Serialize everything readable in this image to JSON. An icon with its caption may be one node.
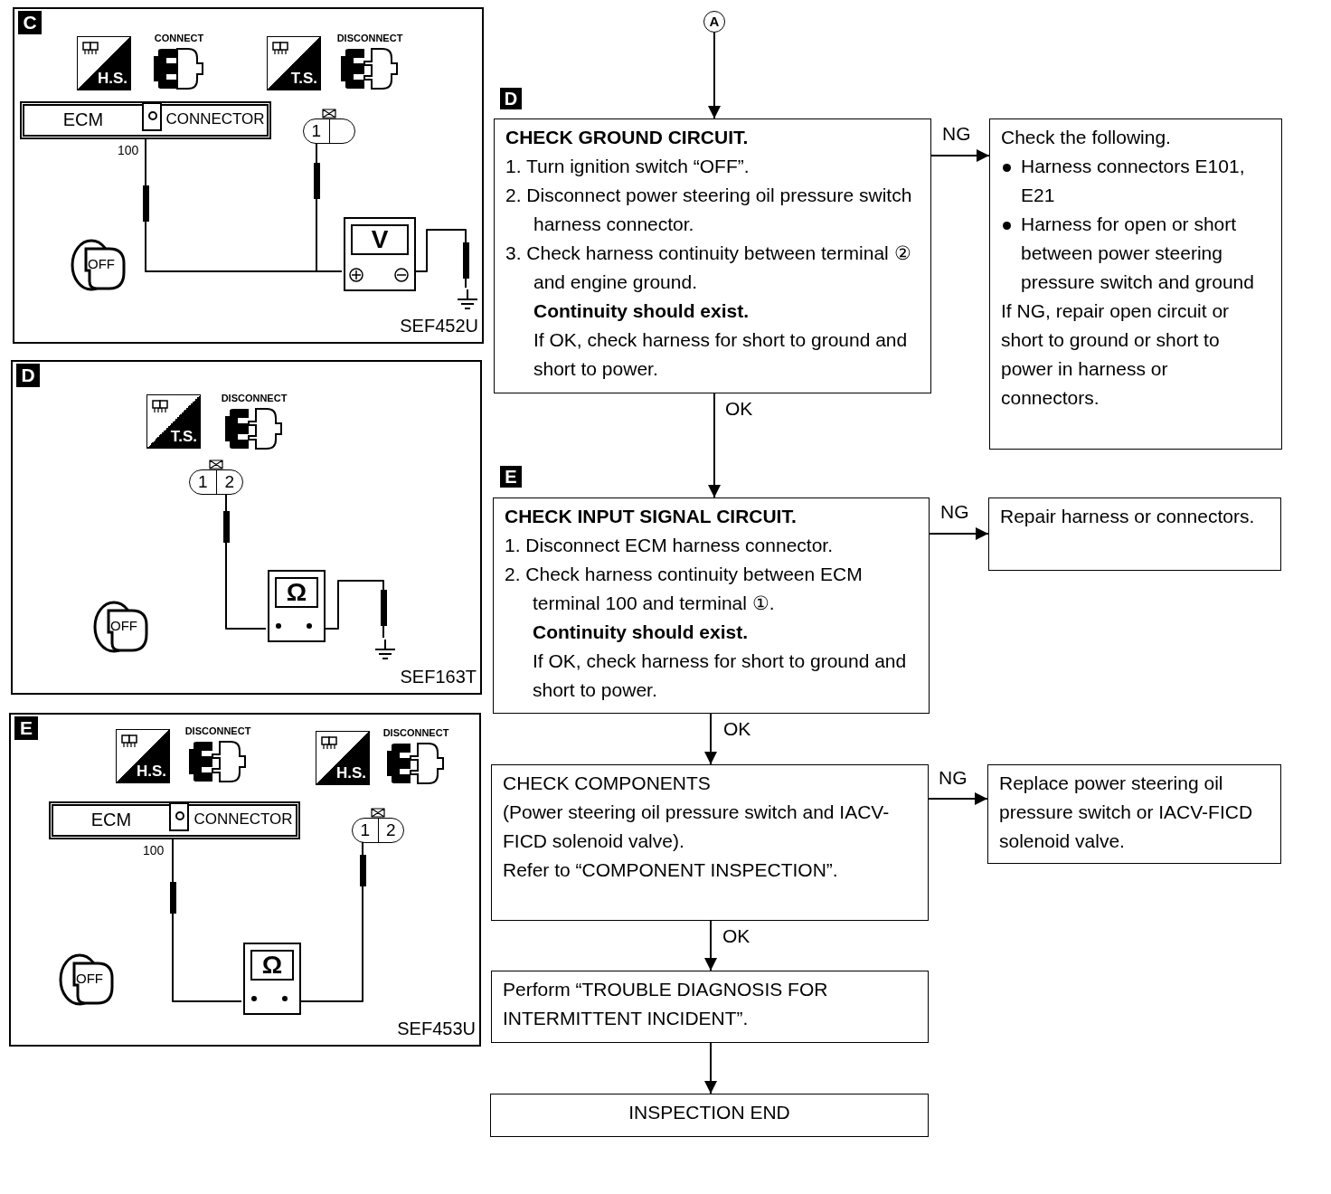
{
  "diagram": {
    "nodes": [
      {
        "text": [
          "C",
          "SEF452U"
        ]
      },
      {
        "text": [
          "H.S."
        ],
        "in": 0
      },
      {
        "text": [
          "CONNECT"
        ],
        "in": 0
      },
      {
        "text": [
          "T.S."
        ],
        "in": 0
      },
      {
        "text": [
          "DISCONNECT"
        ],
        "in": 0
      },
      {
        "text": [
          "ECM",
          "CONNECTOR"
        ],
        "beside": [
          "100"
        ],
        "in": 0
      },
      {
        "text": [
          "1"
        ],
        "in": 0
      },
      {
        "text": [
          "OFF"
        ],
        "in": 0
      },
      {
        "text": [
          "V"
        ],
        "in": 0
      },
      {
        "text": [],
        "shape": "ground",
        "in": 0
      },
      {
        "text": [
          "D",
          "SEF163T"
        ]
      },
      {
        "text": [
          "T.S."
        ],
        "in": 10
      },
      {
        "text": [
          "DISCONNECT"
        ],
        "in": 10
      },
      {
        "text": [
          "1",
          "2"
        ],
        "in": 10
      },
      {
        "text": [
          "OFF"
        ],
        "in": 10
      },
      {
        "text": [
          "Ω"
        ],
        "in": 10
      },
      {
        "text": [],
        "shape": "ground",
        "in": 10
      },
      {
        "text": [
          "E",
          "SEF453U"
        ]
      },
      {
        "text": [
          "H.S."
        ],
        "in": 17
      },
      {
        "text": [
          "DISCONNECT"
        ],
        "in": 17
      },
      {
        "text": [
          "H.S."
        ],
        "in": 17
      },
      {
        "text": [
          "DISCONNECT"
        ],
        "in": 17
      },
      {
        "text": [
          "ECM",
          "CONNECTOR"
        ],
        "beside": [
          "100"
        ],
        "in": 17
      },
      {
        "text": [
          "1",
          "2"
        ],
        "in": 17
      },
      {
        "text": [
          "OFF"
        ],
        "in": 17
      },
      {
        "text": [
          "Ω"
        ],
        "in": 17
      },
      {
        "text": [
          "A"
        ]
      },
      {
        "text": [
          "CHECK GROUND CIRCUIT.",
          "1. Turn ignition switch “OFF”.",
          "2. Disconnect power steering oil pressure switch harness connector.",
          "3. Check harness continuity between terminal ② and engine ground.",
          "Continuity should exist.",
          "If OK, check harness for short to ground and short to power."
        ],
        "beside": [
          "D"
        ]
      },
      {
        "text": [
          "Check the following.",
          "Harness connectors E101, E21",
          "Harness for open or short between power steering pressure switch and ground",
          "If NG, repair open circuit or short to ground or short to power in harness or connectors."
        ]
      },
      {
        "text": [
          "CHECK INPUT SIGNAL CIRCUIT.",
          "1. Disconnect ECM harness connector.",
          "2. Check harness continuity between ECM terminal 100 and terminal ①.",
          "Continuity should exist.",
          "If OK, check harness for short to ground and short to power."
        ],
        "beside": [
          "E"
        ]
      },
      {
        "text": [
          "Repair harness or connectors."
        ]
      },
      {
        "text": [
          "CHECK COMPONENTS",
          "(Power steering oil pressure switch and IACV-FICD solenoid valve).",
          "Refer to “COMPONENT INSPECTION”."
        ]
      },
      {
        "text": [
          "Replace power steering oil pressure switch or IACV-FICD solenoid valve."
        ]
      },
      {
        "text": [
          "Perform “TROUBLE DIAGNOSIS FOR INTERMITTENT INCIDENT”."
        ]
      },
      {
        "text": [
          "INSPECTION END"
        ]
      }
    ],
    "edges": [
      {
        "from": 5,
        "to": 8,
        "arrow": "none"
      },
      {
        "from": 6,
        "to": 8,
        "arrow": "none"
      },
      {
        "from": 8,
        "to": 9,
        "arrow": "none"
      },
      {
        "from": 13,
        "to": 15,
        "arrow": "none"
      },
      {
        "from": 15,
        "to": 16,
        "arrow": "none"
      },
      {
        "from": 22,
        "to": 25,
        "arrow": "none"
      },
      {
        "from": 23,
        "to": 25,
        "arrow": "none"
      },
      {
        "from": 26,
        "to": 27,
        "arrow": "to"
      },
      {
        "from": 27,
        "to": 28,
        "label": "NG",
        "arrow": "to"
      },
      {
        "from": 27,
        "to": 29,
        "label": "OK",
        "arrow": "to"
      },
      {
        "from": 29,
        "to": 30,
        "label": "NG",
        "arrow": "to"
      },
      {
        "from": 29,
        "to": 31,
        "label": "OK",
        "arrow": "to"
      },
      {
        "from": 31,
        "to": 32,
        "label": "NG",
        "arrow": "to"
      },
      {
        "from": 31,
        "to": 33,
        "label": "OK",
        "arrow": "to"
      },
      {
        "from": 33,
        "to": 34,
        "arrow": "to"
      }
    ]
  }
}
